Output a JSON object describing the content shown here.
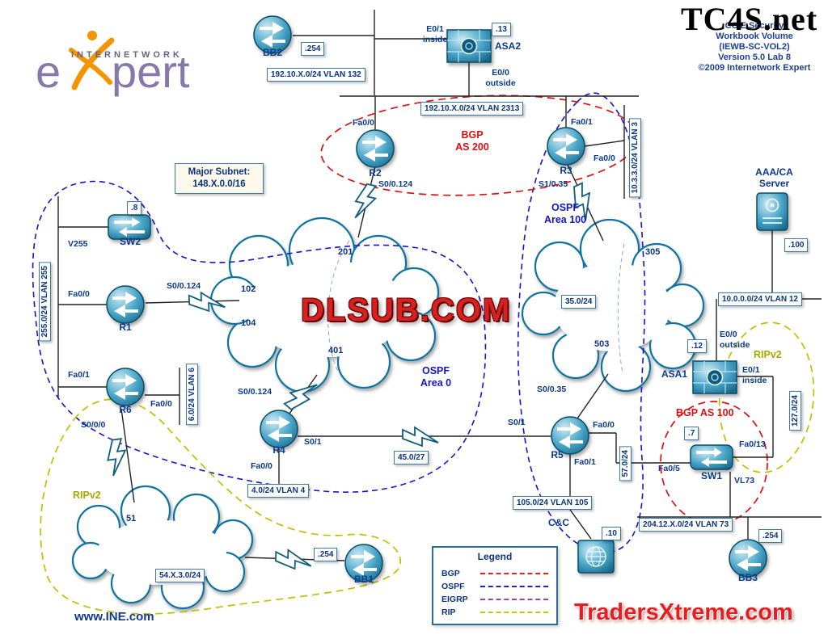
{
  "branding": {
    "logo_top": "INTERNETWORK",
    "logo_e": "e",
    "logo_pert": "pert",
    "site": "www.INE.com"
  },
  "watermarks": {
    "top_right": "TC4S.net",
    "center": "DLSUB.COM",
    "bottom_right": "TradersXtreme.com"
  },
  "title_block": {
    "lines": [
      "CCIE Security",
      "Workbook Volume",
      "(IEWB-SC-VOL2)",
      "Version 5.0 Lab 8",
      "©2009 Internetwork Expert"
    ]
  },
  "notes": {
    "major_subnet_line1": "Major Subnet:",
    "major_subnet_line2": "148.X.0.0/16"
  },
  "colors": {
    "bgp": "#e01010",
    "ospf": "#1414cc",
    "rip": "#a8a800",
    "eigrp": "#a040a0",
    "device_teal": "#1173a0"
  },
  "zones": {
    "bgp_as_200_line1": "BGP",
    "bgp_as_200_line2": "AS 200",
    "ospf_area_100_line1": "OSPF",
    "ospf_area_100_line2": "Area 100",
    "ospf_area_0_line1": "OSPF",
    "ospf_area_0_line2": "Area 0",
    "ripv2_left": "RIPv2",
    "ripv2_right": "RIPv2",
    "bgp_as_100": "BGP AS 100"
  },
  "devices": {
    "bb2": {
      "name": "BB2",
      "addr": ".254"
    },
    "asa2": {
      "name": "ASA2",
      "addr": ".13",
      "port_left_line1": "E0/1",
      "port_left_line2": "inside",
      "port_bottom_line1": "E0/0",
      "port_bottom_line2": "outside"
    },
    "r2": {
      "name": "R2",
      "port_top": "Fa0/0",
      "port_bottom": "S0/0.124"
    },
    "r3": {
      "name": "R3",
      "port_top": "Fa0/1",
      "port_right": "Fa0/0",
      "port_bottom": "S1/0.35"
    },
    "aaa_server": {
      "name_line1": "AAA/CA",
      "name_line2": "Server",
      "addr": ".100"
    },
    "sw2": {
      "name": "SW2",
      "addr": ".8",
      "port_left": "V255"
    },
    "r1": {
      "name": "R1",
      "port_left": "Fa0/0",
      "port_right": "S0/0.124"
    },
    "r6": {
      "name": "R6",
      "port_left": "Fa0/1",
      "port_right": "Fa0/0",
      "port_bottom": "S0/0/0"
    },
    "r4": {
      "name": "R4",
      "port_top": "S0/0.124",
      "port_right": "S0/1",
      "port_bottom": "Fa0/0"
    },
    "r5": {
      "name": "R5",
      "port_left": "S0/1",
      "port_top": "S0/0.35",
      "port_right": "Fa0/0",
      "port_bottom": "Fa0/1"
    },
    "asa1": {
      "name": "ASA1",
      "addr": ".12",
      "port_top_line1": "E0/0",
      "port_top_line2": "outside",
      "port_right_line1": "E0/1",
      "port_right_line2": "inside"
    },
    "sw1": {
      "name": "SW1",
      "addr": ".7",
      "port_right": "Fa0/13",
      "port_left": "Fa0/5",
      "port_bottom": "VL73"
    },
    "bb3": {
      "name": "BB3",
      "addr": ".254"
    },
    "bb1": {
      "name": "BB1",
      "addr": ".254"
    },
    "cc": {
      "name": "C&C",
      "addr": ".10"
    }
  },
  "segments": {
    "vlan132": "192.10.X.0/24 VLAN 132",
    "vlan2313": "192.10.X.0/24 VLAN 2313",
    "vlan3": "10.3.3.0/24 VLAN 3",
    "vlan12": "10.0.0.0/24  VLAN 12",
    "vlan255": "255.0/24 VLAN 255",
    "vlan6": "6.0/24 VLAN 6",
    "vlan4": "4.0/24 VLAN 4",
    "net45": "45.0/27",
    "net35": "35.0/24",
    "net57": "57.0/24",
    "vlan105": "105.0/24 VLAN 105",
    "net127": "127.0/24",
    "vlan73": "204.12.X.0/24 VLAN 73",
    "net54": "54.X.3.0/24",
    "fr_left_dlci_201": "201",
    "fr_left_dlci_102": "102",
    "fr_left_dlci_104": "104",
    "fr_left_dlci_401": "401",
    "fr_right_dlci_305": "305",
    "fr_right_dlci_503": "503",
    "rip_net_51": "51"
  },
  "legend": {
    "title": "Legend",
    "items": [
      {
        "label": "BGP",
        "color": "#f02020"
      },
      {
        "label": "OSPF",
        "color": "#2020e0"
      },
      {
        "label": "EIGRP",
        "color": "#a040a0"
      },
      {
        "label": "RIP",
        "color": "#c8c800"
      }
    ]
  }
}
